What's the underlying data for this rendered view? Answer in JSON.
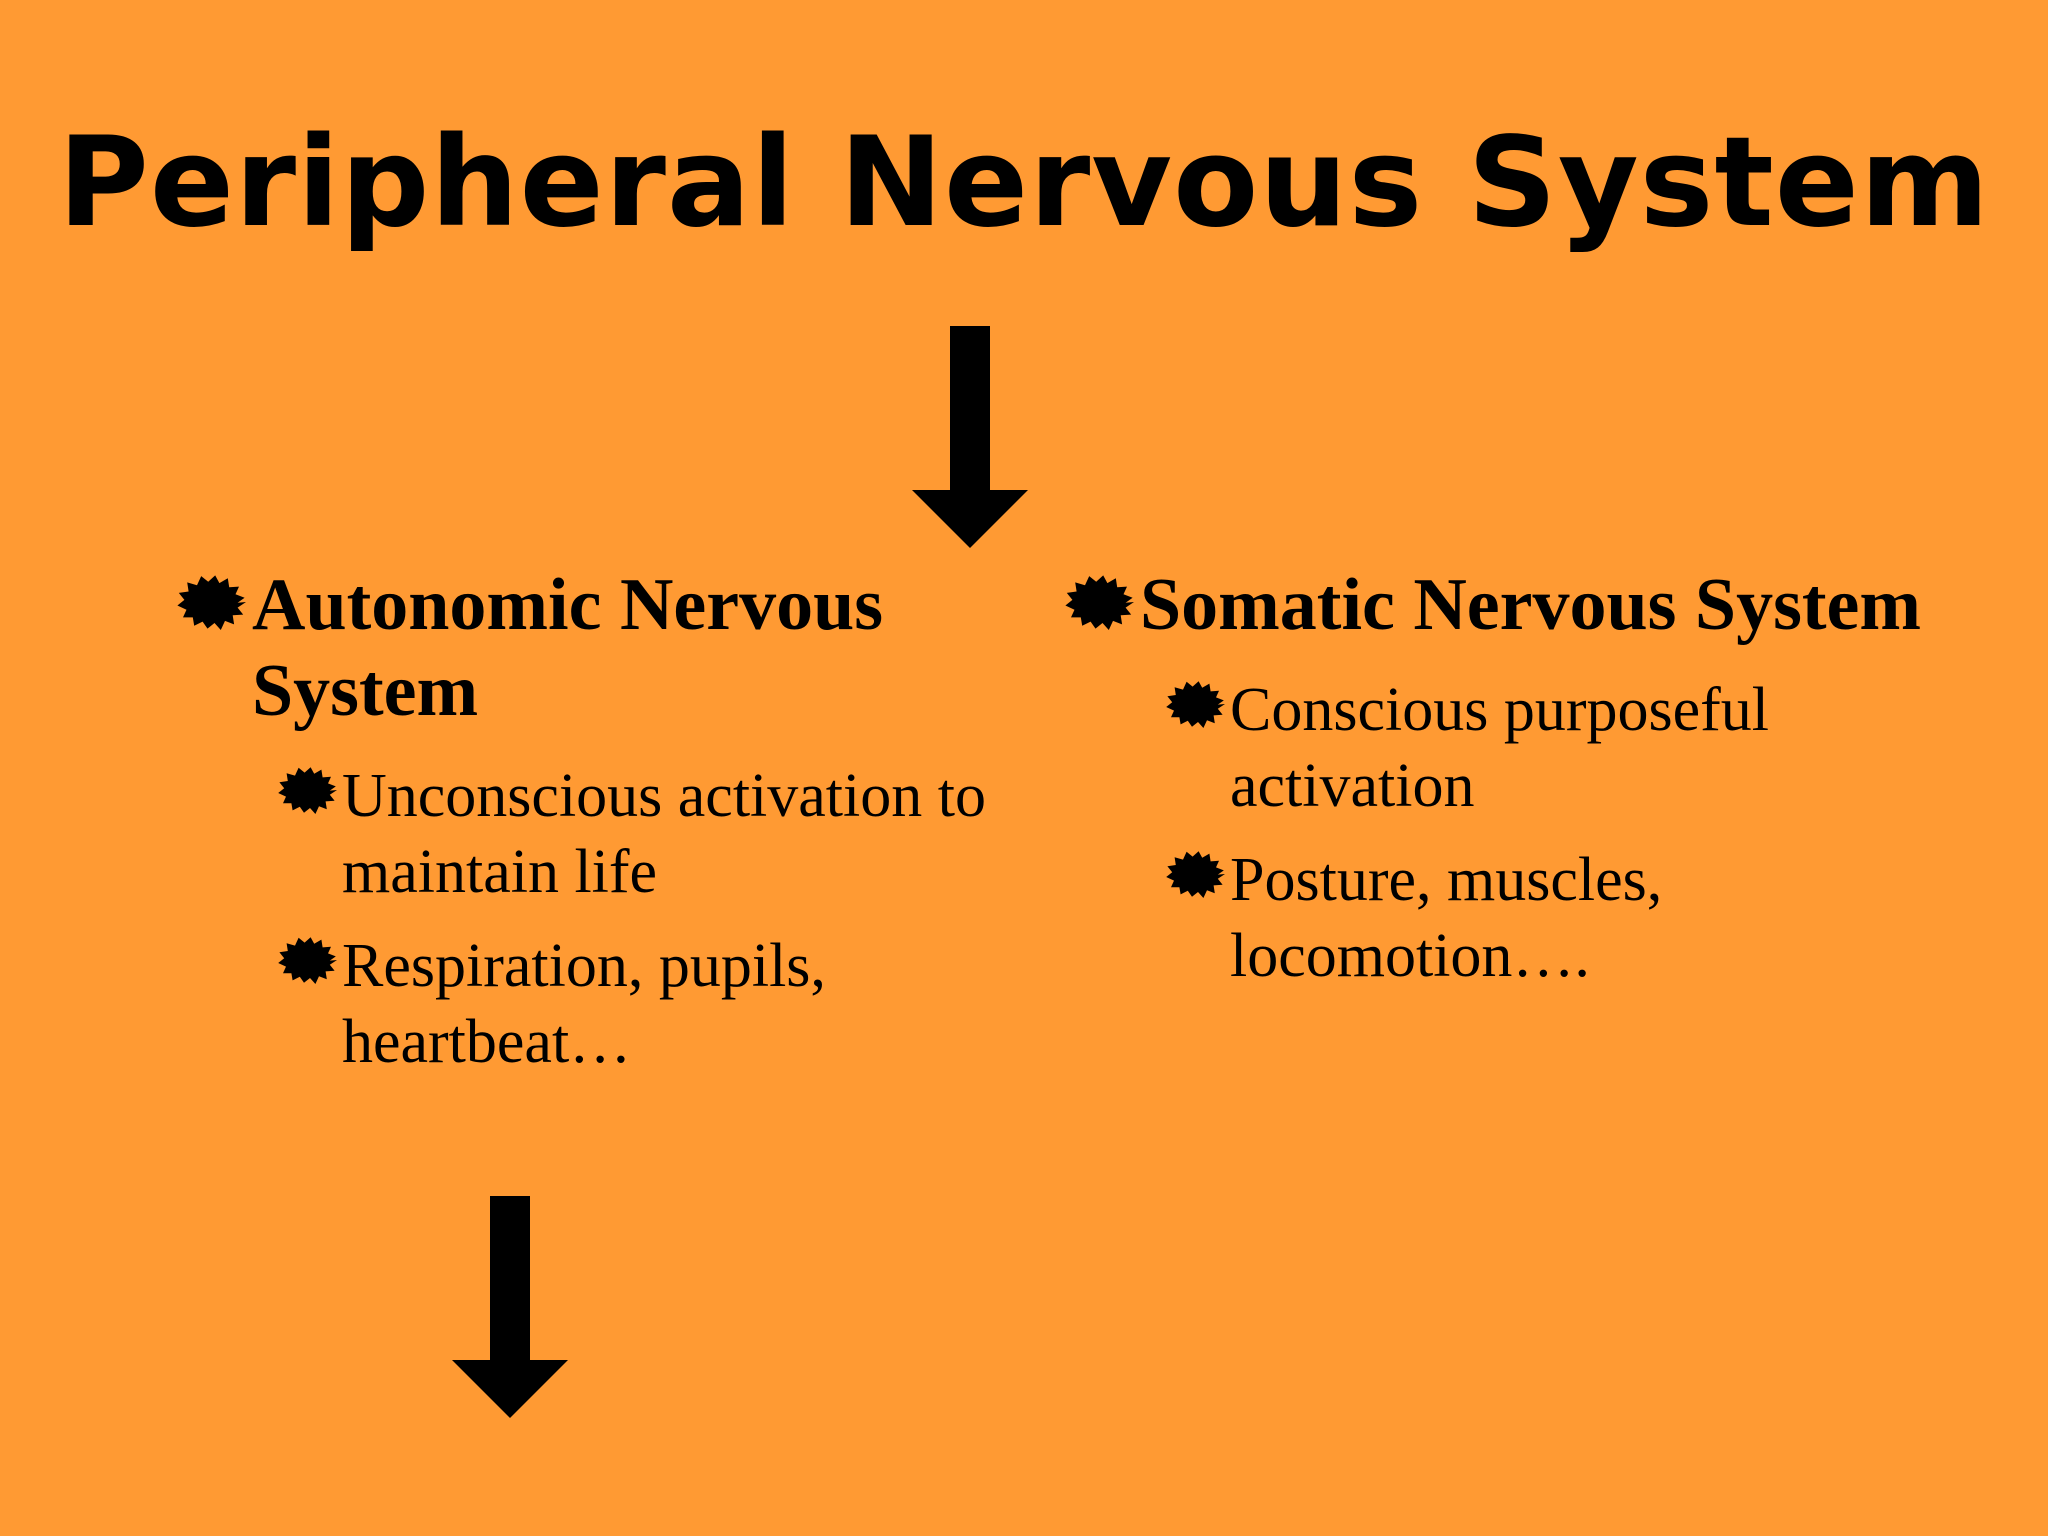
{
  "title": "Peripheral Nervous System",
  "icons": {
    "bullet": "starburst-bullet-icon",
    "arrow": "down-arrow-icon"
  },
  "colors": {
    "background": "#FF9A33",
    "foreground": "#000000"
  },
  "columns": [
    {
      "heading": "Autonomic Nervous System",
      "points": [
        "Unconscious activation to maintain life",
        "Respiration, pupils, heartbeat…"
      ]
    },
    {
      "heading": "Somatic Nervous System",
      "points": [
        "Conscious purposeful activation",
        "Posture, muscles, locomotion…."
      ]
    }
  ]
}
